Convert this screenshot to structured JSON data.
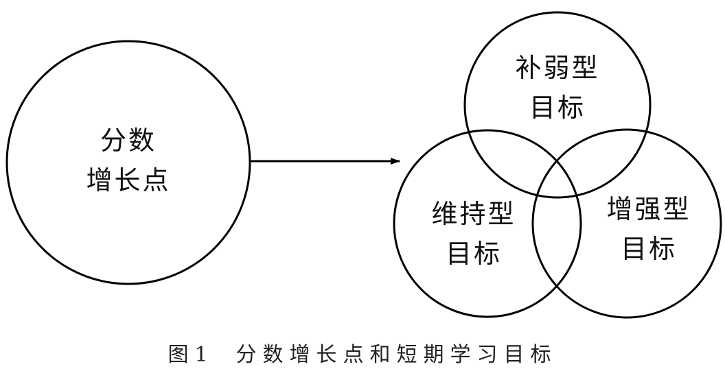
{
  "source_node": {
    "line1": "分数",
    "line2": "增长点"
  },
  "target_nodes": {
    "remedial": {
      "line1": "补弱型",
      "line2": "目标"
    },
    "maintenance": {
      "line1": "维持型",
      "line2": "目标"
    },
    "enhancement": {
      "line1": "增强型",
      "line2": "目标"
    }
  },
  "caption": {
    "figure_number": "图1",
    "text": "分数增长点和短期学习目标"
  },
  "colors": {
    "stroke": "#000000",
    "text": "#111111"
  }
}
